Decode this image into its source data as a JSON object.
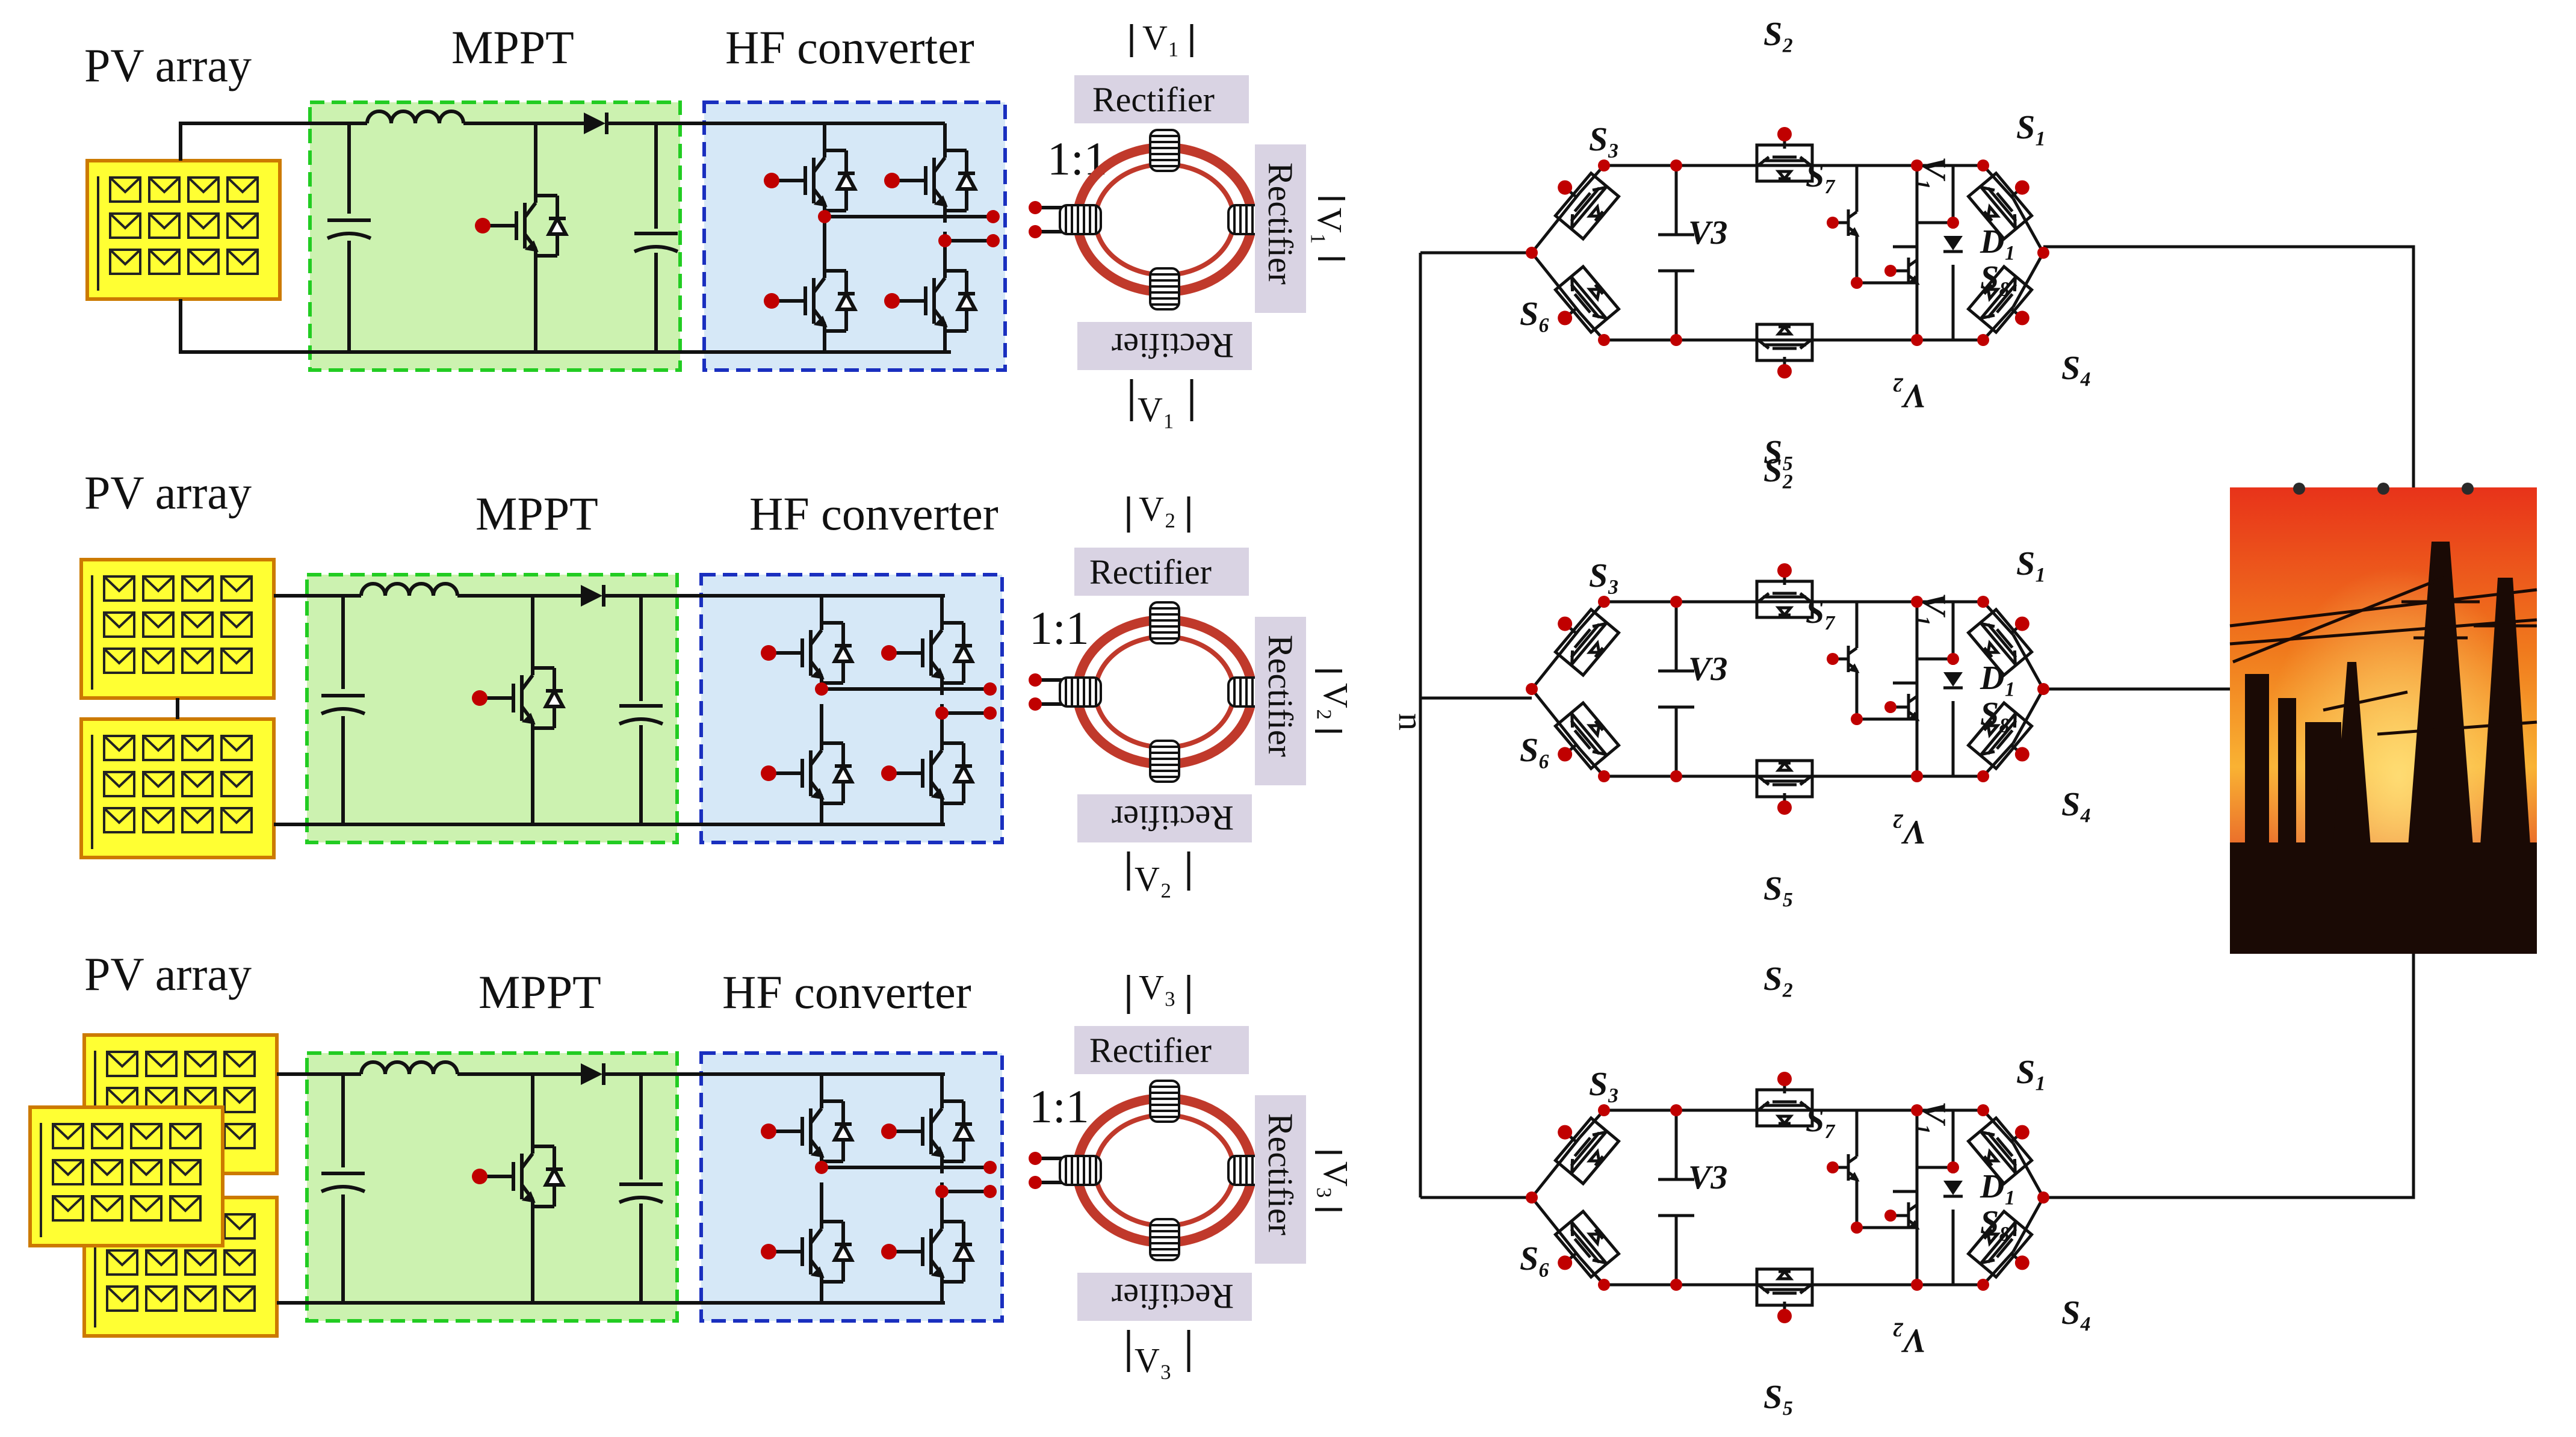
{
  "colors": {
    "pv_panel": "#ffff33",
    "pv_border": "#cc7a00",
    "mppt_fill": "#ccf2b0",
    "mppt_border": "#22cc22",
    "hf_fill": "#d6e8f7",
    "hf_border": "#1a2fbf",
    "rectifier_fill": "#d9d3e3",
    "transformer_core": "#c0392b",
    "node_dot": "#c00000",
    "wire": "#111111"
  },
  "stages": [
    {
      "pv_label": "PV array",
      "mppt_label": "MPPT",
      "hf_label": "HF converter",
      "ratio": "1:1",
      "rectifier_top": "Rectifier",
      "rectifier_right": "Rectifier",
      "rectifier_bottom": "Rectifier",
      "voltage_top": "V₁",
      "voltage_right": "V₁",
      "voltage_bottom": "V₁"
    },
    {
      "pv_label": "PV array",
      "mppt_label": "MPPT",
      "hf_label": "HF converter",
      "ratio": "1:1",
      "rectifier_top": "Rectifier",
      "rectifier_right": "Rectifier",
      "rectifier_bottom": "Rectifier",
      "voltage_top": "V₂",
      "voltage_right": "V₂",
      "voltage_bottom": "V₂"
    },
    {
      "pv_label": "PV array",
      "mppt_label": "MPPT",
      "hf_label": "HF converter",
      "ratio": "1:1",
      "rectifier_top": "Rectifier",
      "rectifier_right": "Rectifier",
      "rectifier_bottom": "Rectifier",
      "voltage_top": "V₃",
      "voltage_right": "V₃",
      "voltage_bottom": "V₃"
    }
  ],
  "inverter": {
    "neutral_label": "n",
    "switch_labels": {
      "s1": "S₁",
      "s2": "S₂",
      "s3": "S₃",
      "s4": "S₄",
      "s5": "S₅",
      "s6": "S₆",
      "s7": "S₇",
      "s8": "S₈"
    },
    "diode_label": "D₁",
    "v1_label": "V₁",
    "v2_label": "V₂",
    "v3_label": "V3"
  },
  "grid": {
    "image_label": "power-grid-photo"
  }
}
